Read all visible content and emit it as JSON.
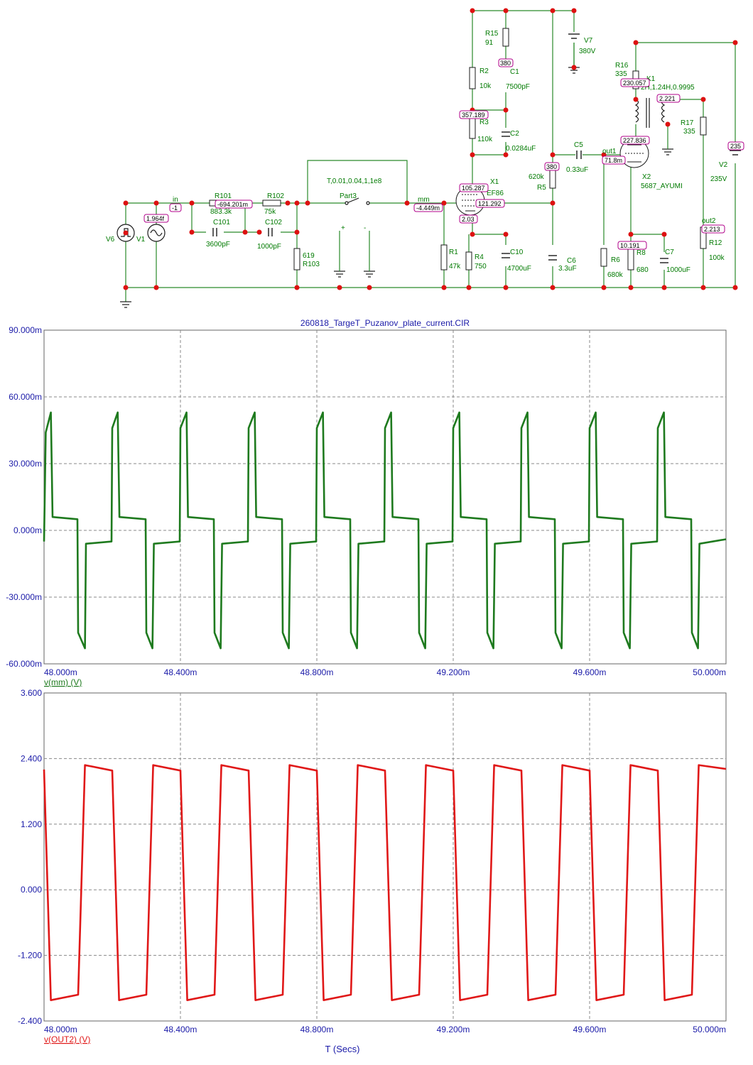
{
  "colors": {
    "wire": "#2a8a2a",
    "node": "#dd1111",
    "component_label": "#007a00",
    "probe_box": "#b0008a",
    "axis_text": "#1a1aa8",
    "grid": "#888888",
    "trace_mm": "#1e7a1e",
    "trace_out2": "#e01818"
  },
  "schematic": {
    "nodes": {
      "in": "in",
      "mm": "mm",
      "out1": "out1",
      "out2": "out2"
    },
    "probes": {
      "in": "-1",
      "v1": "1.964f",
      "r101": "-694.201m",
      "mm": "-4.449m",
      "r3_node": "357.189",
      "c1_node": "380",
      "x1_plate": "105.287",
      "x1_screen": "121.292",
      "x1_cathode": "2.03",
      "r5_node": "380",
      "k1_node": "230.057",
      "k1_secondary": "2.221",
      "x2_plate": "227.836",
      "out1": "71.8m",
      "v2": "235",
      "out2": "2.213",
      "x2_cathode": "10.191"
    },
    "components": {
      "v6": "V6",
      "v1": "V1",
      "r101": "R101",
      "r101_value": "883.3k",
      "c101": "C101",
      "c101_value": "3600pF",
      "r102": "R102",
      "r102_value": "75k",
      "c102": "C102",
      "c102_value": "1000pF",
      "r103_value": "619",
      "r103": "R103",
      "switch_spec": "T,0.01,0.04,1,1e8",
      "part3": "Part3",
      "plus": "+",
      "minus": "-",
      "r1": "R1",
      "r1_value": "47k",
      "r15": "R15",
      "r15_value": "91",
      "r2": "R2",
      "r2_value": "10k",
      "c1": "C1",
      "c1_value": "7500pF",
      "r3": "R3",
      "r3_value": "110k",
      "c2": "C2",
      "c2_value": "0.0284uF",
      "v7": "V7",
      "v7_value": "380V",
      "x1": "X1",
      "x1_type": "EF86",
      "r4": "R4",
      "r4_value": "750",
      "c10": "C10",
      "c10_value": "4700uF",
      "r5_value": "620k",
      "r5": "R5",
      "c5": "C5",
      "c5_value": "0.33uF",
      "c6": "C6",
      "c6_value": "3.3uF",
      "r16": "R16",
      "r16_value": "335",
      "k1": "K1",
      "k1_value": "2H,1.24H,0.9995",
      "r17": "R17",
      "r17_value": "335",
      "x2": "X2",
      "x2_type": "5687_AYUMI",
      "v2": "V2",
      "v2_value": "235V",
      "r6": "R6",
      "r6_value": "680k",
      "r8": "R8",
      "r8_value": "680",
      "c7": "C7",
      "c7_value": "1000uF",
      "r12": "R12",
      "r12_value": "100k"
    }
  },
  "chart_data": [
    {
      "type": "line",
      "title": "260818_TargeT_Puzanov_plate_current.CIR",
      "ylabel": "v(mm) (V)",
      "xlabel": "",
      "xlim": [
        0.048,
        0.05
      ],
      "ylim": [
        -0.06,
        0.09
      ],
      "grid": true,
      "x_ticks": [
        0.048,
        0.0484,
        0.0488,
        0.0492,
        0.0496,
        0.05
      ],
      "x_tick_labels": [
        "48.000m",
        "48.400m",
        "48.800m",
        "49.200m",
        "49.600m",
        "50.000m"
      ],
      "y_ticks": [
        0.09,
        0.06,
        0.03,
        0.0,
        -0.03,
        -0.06
      ],
      "y_tick_labels": [
        "90.000m",
        "60.000m",
        "30.000m",
        "0.000m",
        "-30.000m",
        "-60.000m"
      ],
      "series": [
        {
          "name": "v(mm) (V)",
          "color": "#1e7a1e",
          "x": [
            0.048,
            0.048005,
            0.04802,
            0.048025,
            0.048098,
            0.0481,
            0.04812,
            0.048123,
            0.048198,
            0.0482,
            0.048216,
            0.048221,
            0.048298,
            0.0483,
            0.048318,
            0.048322,
            0.048398,
            0.0484,
            0.048418,
            0.048422,
            0.048498,
            0.0485,
            0.048518,
            0.048522,
            0.048598,
            0.0486,
            0.048618,
            0.048622,
            0.048698,
            0.0487,
            0.048718,
            0.048722,
            0.048798,
            0.0488,
            0.048818,
            0.048822,
            0.048898,
            0.0489,
            0.048918,
            0.048922,
            0.048998,
            0.049,
            0.049018,
            0.049022,
            0.049098,
            0.0491,
            0.049118,
            0.049122,
            0.049198,
            0.0492,
            0.049218,
            0.049222,
            0.049298,
            0.0493,
            0.049318,
            0.049322,
            0.049398,
            0.0494,
            0.049418,
            0.049422,
            0.049498,
            0.0495,
            0.049518,
            0.049522,
            0.049598,
            0.0496,
            0.049618,
            0.049622,
            0.049698,
            0.0497,
            0.049718,
            0.049722,
            0.049798,
            0.0498,
            0.049818,
            0.049822,
            0.049898,
            0.0499,
            0.049918,
            0.049922,
            0.05
          ],
          "y": [
            -0.005,
            0.044,
            0.053,
            0.006,
            0.005,
            -0.046,
            -0.053,
            -0.006,
            -0.005,
            0.046,
            0.053,
            0.006,
            0.005,
            -0.046,
            -0.053,
            -0.006,
            -0.005,
            0.046,
            0.053,
            0.006,
            0.005,
            -0.046,
            -0.053,
            -0.006,
            -0.005,
            0.046,
            0.053,
            0.006,
            0.005,
            -0.046,
            -0.053,
            -0.006,
            -0.005,
            0.046,
            0.053,
            0.006,
            0.005,
            -0.046,
            -0.053,
            -0.006,
            -0.005,
            0.046,
            0.053,
            0.006,
            0.005,
            -0.046,
            -0.053,
            -0.006,
            -0.005,
            0.046,
            0.053,
            0.006,
            0.005,
            -0.046,
            -0.053,
            -0.006,
            -0.005,
            0.046,
            0.053,
            0.006,
            0.005,
            -0.046,
            -0.053,
            -0.006,
            -0.005,
            0.046,
            0.053,
            0.006,
            0.005,
            -0.046,
            -0.053,
            -0.006,
            -0.005,
            0.046,
            0.053,
            0.006,
            0.005,
            -0.046,
            -0.053,
            -0.006,
            -0.004
          ]
        }
      ]
    },
    {
      "type": "line",
      "title": "",
      "ylabel": "v(OUT2) (V)",
      "xlabel": "T (Secs)",
      "xlim": [
        0.048,
        0.05
      ],
      "ylim": [
        -2.4,
        3.6
      ],
      "grid": true,
      "x_ticks": [
        0.048,
        0.0484,
        0.0488,
        0.0492,
        0.0496,
        0.05
      ],
      "x_tick_labels": [
        "48.000m",
        "48.400m",
        "48.800m",
        "49.200m",
        "49.600m",
        "50.000m"
      ],
      "y_ticks": [
        3.6,
        2.4,
        1.2,
        0.0,
        -1.2,
        -2.4
      ],
      "y_tick_labels": [
        "3.600",
        "2.400",
        "1.200",
        "0.000",
        "-1.200",
        "-2.400"
      ],
      "series": [
        {
          "name": "v(OUT2) (V)",
          "color": "#e01818",
          "x": [
            0.048,
            0.04802,
            0.0481,
            0.04812,
            0.0482,
            0.04822,
            0.0483,
            0.04832,
            0.0484,
            0.04842,
            0.0485,
            0.04852,
            0.0486,
            0.04862,
            0.0487,
            0.04872,
            0.0488,
            0.04882,
            0.0489,
            0.04892,
            0.049,
            0.04902,
            0.0491,
            0.04912,
            0.0492,
            0.04922,
            0.0493,
            0.04932,
            0.0494,
            0.04942,
            0.0495,
            0.04952,
            0.0496,
            0.04962,
            0.0497,
            0.04972,
            0.0498,
            0.04982,
            0.0499,
            0.04992,
            0.05
          ],
          "y": [
            2.2,
            -2.02,
            -1.92,
            2.28,
            2.18,
            -2.02,
            -1.92,
            2.28,
            2.18,
            -2.02,
            -1.92,
            2.28,
            2.18,
            -2.02,
            -1.92,
            2.28,
            2.18,
            -2.02,
            -1.92,
            2.28,
            2.18,
            -2.02,
            -1.92,
            2.28,
            2.18,
            -2.02,
            -1.92,
            2.28,
            2.18,
            -2.02,
            -1.92,
            2.28,
            2.18,
            -2.02,
            -1.92,
            2.28,
            2.18,
            -2.02,
            -1.92,
            2.28,
            2.21
          ]
        }
      ]
    }
  ]
}
